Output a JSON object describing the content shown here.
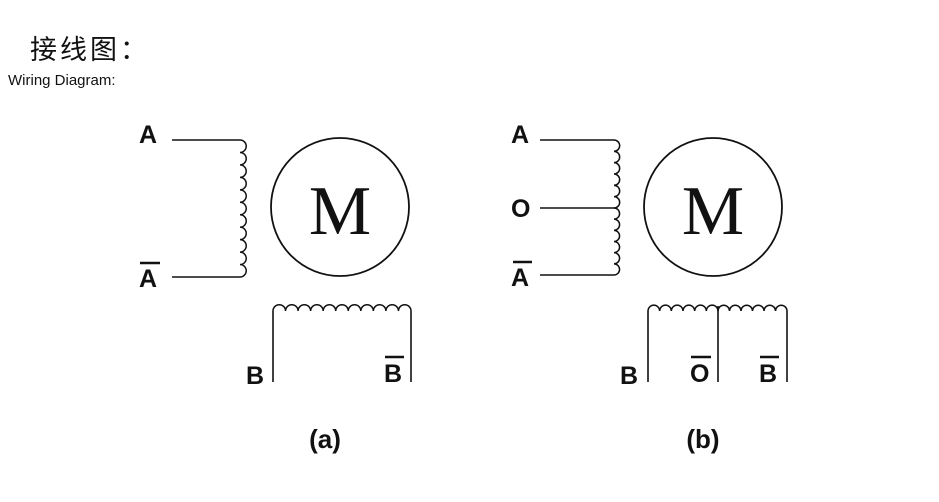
{
  "header": {
    "title_cn": "接线图：",
    "title_en": "Wiring Diagram:"
  },
  "diagram_a": {
    "caption": "(a)",
    "motor_label": "M",
    "terminals": {
      "a_top": "A",
      "a_bottom": "A",
      "b_left": "B",
      "b_right": "B"
    }
  },
  "diagram_b": {
    "caption": "(b)",
    "motor_label": "M",
    "terminals": {
      "a_top": "A",
      "o_mid": "O",
      "a_bottom": "A",
      "b_left": "B",
      "o_center": "O",
      "b_right": "B"
    }
  },
  "colors": {
    "ink": "#111111",
    "background": "#ffffff"
  }
}
